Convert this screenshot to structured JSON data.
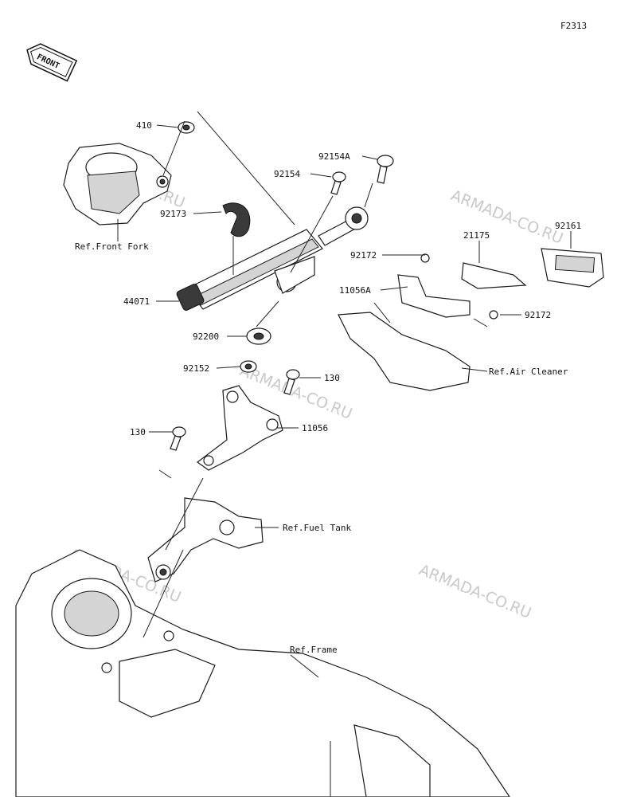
{
  "figure_code": "F2313",
  "front_badge": "FRONT",
  "watermark": "ARMADA-CO.RU",
  "labels": {
    "p410": "410",
    "p92173": "92173",
    "ref_front_fork": "Ref.Front Fork",
    "p44071": "44071",
    "p92200": "92200",
    "p92154a": "92154A",
    "p92154": "92154",
    "p92152": "92152",
    "p130_right": "130",
    "p130_left": "130",
    "p11056": "11056",
    "ref_fuel_tank": "Ref.Fuel Tank",
    "ref_frame": "Ref.Frame",
    "p92172_top": "92172",
    "p21175": "21175",
    "p92161": "92161",
    "p11056a": "11056A",
    "p92172_right": "92172",
    "ref_air_cleaner": "Ref.Air Cleaner"
  }
}
